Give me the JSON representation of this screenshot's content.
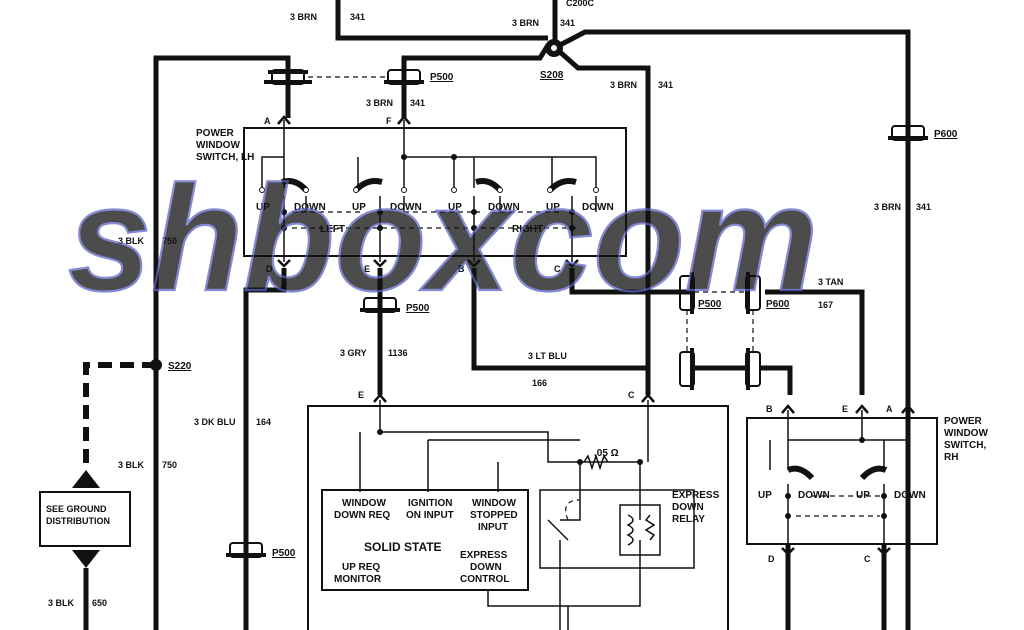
{
  "watermark": "shboxcom",
  "wire_labels": {
    "top_left": "3 BRN",
    "top_left_circuit": "341",
    "top_center": "3 BRN",
    "top_center_circuit": "341",
    "top_connector_cut": "C200C",
    "splice_s208": "S208",
    "conn_p500_top": "P500",
    "lh_feed": "3 BRN",
    "lh_feed_circuit": "341",
    "mid_feed": "3 BRN",
    "mid_feed_circuit": "341",
    "p600_right": "P600",
    "rh_feed": "3 BRN",
    "rh_feed_circuit": "341",
    "blk_750_a": "3 BLK",
    "blk_750_a_circuit": "750",
    "blk_750_b": "3 BLK",
    "blk_750_b_circuit": "750",
    "blk_650": "3 BLK",
    "blk_650_circuit": "650",
    "splice_s220": "S220",
    "tan_wire": "3 TAN",
    "tan_circuit": "167",
    "p500_mid": "P500",
    "p600_mid": "P600",
    "gry_wire": "3 GRY",
    "gry_circuit": "1136",
    "p500_e": "P500",
    "ltblu_wire": "3 LT BLU",
    "ltblu_circuit": "166",
    "dkblu_wire": "3 DK BLU",
    "dkblu_circuit": "164",
    "p500_low": "P500"
  },
  "lh_switch": {
    "title_1": "POWER",
    "title_2": "WINDOW",
    "title_3": "SWITCH, LH",
    "pins": {
      "a": "A",
      "f": "F",
      "d": "D",
      "e": "E",
      "b": "B",
      "c": "C"
    },
    "positions": [
      "UP",
      "DOWN",
      "UP",
      "DOWN",
      "UP",
      "DOWN",
      "UP",
      "DOWN"
    ],
    "left_label": "LEFT",
    "right_label": "RIGHT"
  },
  "rh_switch": {
    "title_1": "POWER",
    "title_2": "WINDOW",
    "title_3": "SWITCH,",
    "title_4": "RH",
    "pins": {
      "b": "B",
      "e": "E",
      "a": "A",
      "d": "D",
      "c": "C"
    },
    "positions": [
      "UP",
      "DOWN",
      "UP",
      "DOWN"
    ]
  },
  "module": {
    "pin_e": "E",
    "pin_c": "C",
    "window_down_req_1": "WINDOW",
    "window_down_req_2": "DOWN REQ",
    "ignition_on_1": "IGNITION",
    "ignition_on_2": "ON INPUT",
    "window_stopped_1": "WINDOW",
    "window_stopped_2": "STOPPED",
    "window_stopped_3": "INPUT",
    "solid_state": "SOLID STATE",
    "up_req_1": "UP REQ",
    "up_req_2": "MONITOR",
    "express_down_ctrl_1": "EXPRESS",
    "express_down_ctrl_2": "DOWN",
    "express_down_ctrl_3": "CONTROL",
    "resistor": ".05 Ω",
    "relay_1": "EXPRESS",
    "relay_2": "DOWN",
    "relay_3": "RELAY"
  },
  "ground": {
    "line_1": "SEE GROUND",
    "line_2": "DISTRIBUTION"
  }
}
